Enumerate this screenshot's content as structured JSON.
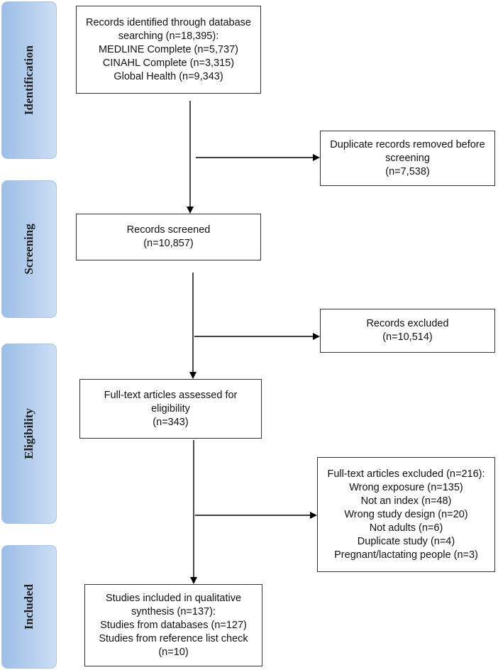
{
  "phases": {
    "identification": "Identification",
    "screening": "Screening",
    "eligibility": "Eligibility",
    "included": "Included"
  },
  "boxes": {
    "identified": {
      "line1": "Records identified through database",
      "line2": "searching (n=18,395):",
      "line3": "MEDLINE Complete (n=5,737)",
      "line4": "CINAHL Complete (n=3,315)",
      "line5": "Global Health (n=9,343)"
    },
    "duplicates": {
      "line1": "Duplicate records removed before",
      "line2": "screening",
      "line3": "(n=7,538)"
    },
    "screened": {
      "line1": "Records screened",
      "line2": "(n=10,857)"
    },
    "excluded": {
      "line1": "Records excluded",
      "line2": "(n=10,514)"
    },
    "fulltext": {
      "line1": "Full-text articles assessed for",
      "line2": "eligibility",
      "line3": "(n=343)"
    },
    "fulltext_excluded": {
      "line1": "Full-text articles excluded (n=216):",
      "line2": "Wrong exposure (n=135)",
      "line3": "Not an index (n=48)",
      "line4": "Wrong study design (n=20)",
      "line5": "Not adults (n=6)",
      "line6": "Duplicate study (n=4)",
      "line7": "Pregnant/lactating people (n=3)"
    },
    "included": {
      "line1": "Studies included in qualitative",
      "line2": "synthesis (n=137):",
      "line3": "Studies from databases (n=127)",
      "line4": "Studies from reference list check",
      "line5": "(n=10)"
    }
  }
}
